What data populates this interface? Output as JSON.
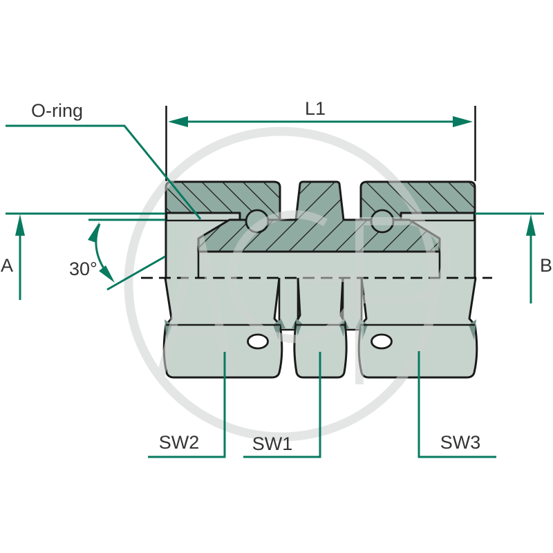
{
  "labels": {
    "o_ring": "O-ring",
    "length_l1": "L1",
    "dim_a": "A",
    "dim_b": "B",
    "cone_angle": "30°",
    "wrench_sw1": "SW1",
    "wrench_sw2": "SW2",
    "wrench_sw3": "SW3"
  },
  "watermark": {
    "text": "AGP"
  },
  "colors": {
    "dimension_teal": "#077a60",
    "outline_black": "#1a1a1a",
    "body_light": "#c7d4ce",
    "section_hatched": "#90aba2",
    "o_ring_fill": "#9db6ad",
    "chamfer_dark": "#74938a",
    "label_text": "#333333",
    "watermark_gray": "#cfd3d1",
    "background": "#ffffff"
  }
}
